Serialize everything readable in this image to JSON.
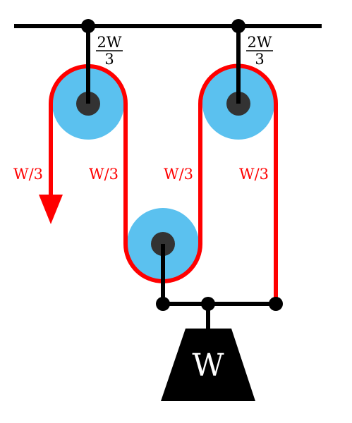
{
  "colors": {
    "pulley": "#5bc1ef",
    "hub": "#333333",
    "rope": "#ff0000",
    "frame": "#000000",
    "label_red": "#ff0000",
    "label_black": "#000000",
    "weight_text": "#ffffff"
  },
  "labels": {
    "ceiling_force_left": {
      "num": "2W",
      "den": "3"
    },
    "ceiling_force_right": {
      "num": "2W",
      "den": "3"
    },
    "rope_tension_pull": "W/3",
    "rope_tension_segment_2": "W/3",
    "rope_tension_segment_3": "W/3",
    "rope_tension_segment_4": "W/3",
    "weight": "W"
  }
}
